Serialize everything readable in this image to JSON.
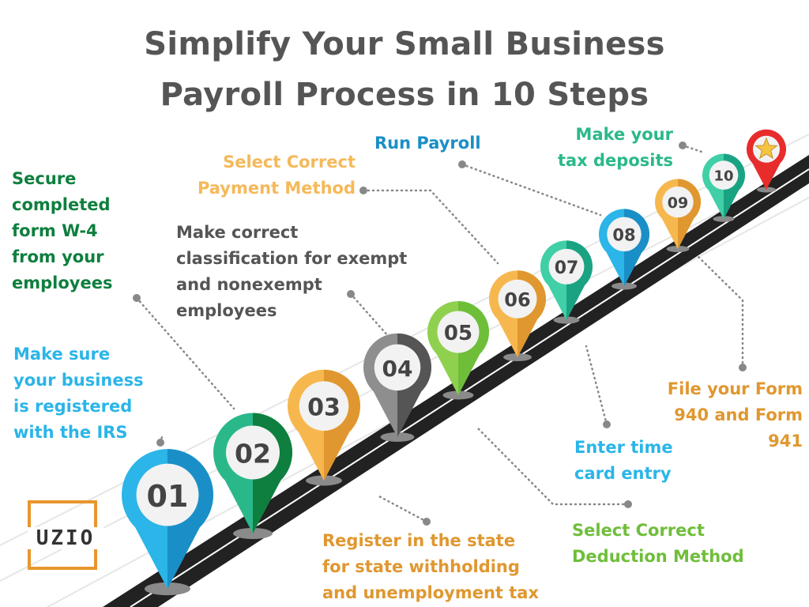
{
  "title": {
    "line1": "Simplify Your Small Business",
    "line2": "Payroll Process in 10 Steps"
  },
  "logo": {
    "text": "UZIO",
    "color": "#e8962e"
  },
  "steps": [
    {
      "number": "01",
      "lines": [
        "Make sure",
        "your business",
        "is registered",
        "with the IRS"
      ],
      "color": "#2bb5e8",
      "dark": "#1a8fc7"
    },
    {
      "number": "02",
      "lines": [
        "Secure",
        "completed",
        "form W-4",
        "from your",
        "employees"
      ],
      "color": "#2ab88a",
      "dark": "#0e7f3e",
      "text_color": "#0e7f3e"
    },
    {
      "number": "03",
      "lines": [
        "Register in the state",
        "for state withholding",
        "and unemployment tax"
      ],
      "color": "#f6b84e",
      "dark": "#e0972f",
      "text_color": "#e0972f"
    },
    {
      "number": "04",
      "lines": [
        "Make correct",
        "classification for exempt",
        "and nonexempt",
        "employees"
      ],
      "color": "#8e8e8e",
      "dark": "#555555",
      "text_color": "#555555"
    },
    {
      "number": "05",
      "lines": [
        "Select Correct",
        "Deduction Method"
      ],
      "color": "#8fd14f",
      "dark": "#6fbe3a",
      "text_color": "#6fbe3a"
    },
    {
      "number": "06",
      "lines": [
        "Select Correct",
        "Payment Method"
      ],
      "color": "#f6b84e",
      "dark": "#e0972f",
      "text_color": "#f5b95a"
    },
    {
      "number": "07",
      "lines": [
        "Enter time",
        "card entry"
      ],
      "color": "#40cfa6",
      "dark": "#1aa383",
      "text_color": "#2bb5e8"
    },
    {
      "number": "08",
      "lines": [
        "Run Payroll"
      ],
      "color": "#2bb5e8",
      "dark": "#1a8fc7",
      "text_color": "#1a8fc7"
    },
    {
      "number": "09",
      "lines": [
        "File your Form",
        "940 and Form",
        "941"
      ],
      "color": "#f6b84e",
      "dark": "#e0972f",
      "text_color": "#e0972f"
    },
    {
      "number": "10",
      "lines": [
        "Make your",
        "tax deposits"
      ],
      "color": "#40cfa6",
      "dark": "#1aa383",
      "text_color": "#2ab88a"
    }
  ],
  "finish": {
    "icon": "star-icon",
    "color": "#e82c2c",
    "star_color": "#f5c542"
  },
  "road": {
    "color": "#222222",
    "line": "#ffffff"
  },
  "connector_color": "#888888"
}
